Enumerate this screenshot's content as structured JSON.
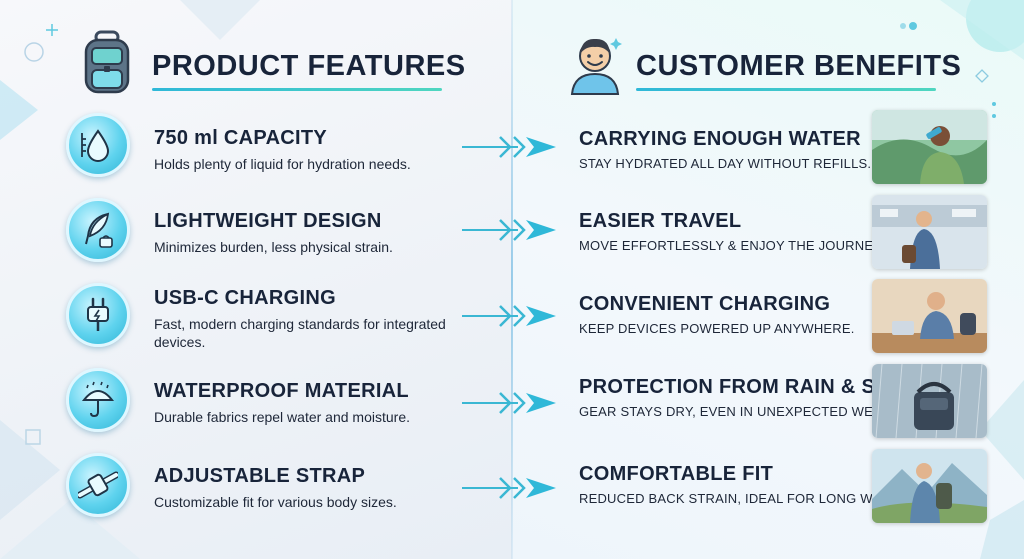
{
  "left_panel": {
    "title": "PRODUCT FEATURES",
    "features": [
      {
        "title": "750 ml CAPACITY",
        "description": "Holds plenty of liquid for hydration needs.",
        "icon": "water-drop-icon"
      },
      {
        "title": "LIGHTWEIGHT DESIGN",
        "description": "Minimizes burden, less physical strain.",
        "icon": "feather-icon"
      },
      {
        "title": "USB-C CHARGING",
        "description": "Fast, modern charging standards for integrated devices.",
        "icon": "plug-icon"
      },
      {
        "title": "WATERPROOF MATERIAL",
        "description": "Durable fabrics repel water and moisture.",
        "icon": "umbrella-icon"
      },
      {
        "title": "ADJUSTABLE STRAP",
        "description": "Customizable fit for various body sizes.",
        "icon": "strap-buckle-icon"
      }
    ]
  },
  "right_panel": {
    "title": "CUSTOMER BENEFITS",
    "benefits": [
      {
        "title": "CARRYING ENOUGH WATER",
        "description": "STAY HYDRATED ALL DAY WITHOUT REFILLS.",
        "image": "hiker-drinking-photo"
      },
      {
        "title": "EASIER TRAVEL",
        "description": "MOVE EFFORTLESSLY & ENJOY THE JOURNEY.",
        "image": "traveler-airport-photo"
      },
      {
        "title": "CONVENIENT CHARGING",
        "description": "KEEP DEVICES POWERED UP ANYWHERE.",
        "image": "man-charging-phone-photo"
      },
      {
        "title": "PROTECTION FROM RAIN & SPILLS",
        "description": "GEAR STAYS DRY, EVEN IN UNEXPECTED WEATHER.",
        "image": "bag-in-rain-photo"
      },
      {
        "title": "COMFORTABLE FIT",
        "description": "REDUCED BACK STRAIN, IDEAL FOR LONG WEAR.",
        "image": "hiker-mountains-photo"
      }
    ]
  },
  "colors": {
    "accent_cyan": "#2fb8d8",
    "accent_teal": "#4fd6c0",
    "text_dark": "#18243a"
  }
}
